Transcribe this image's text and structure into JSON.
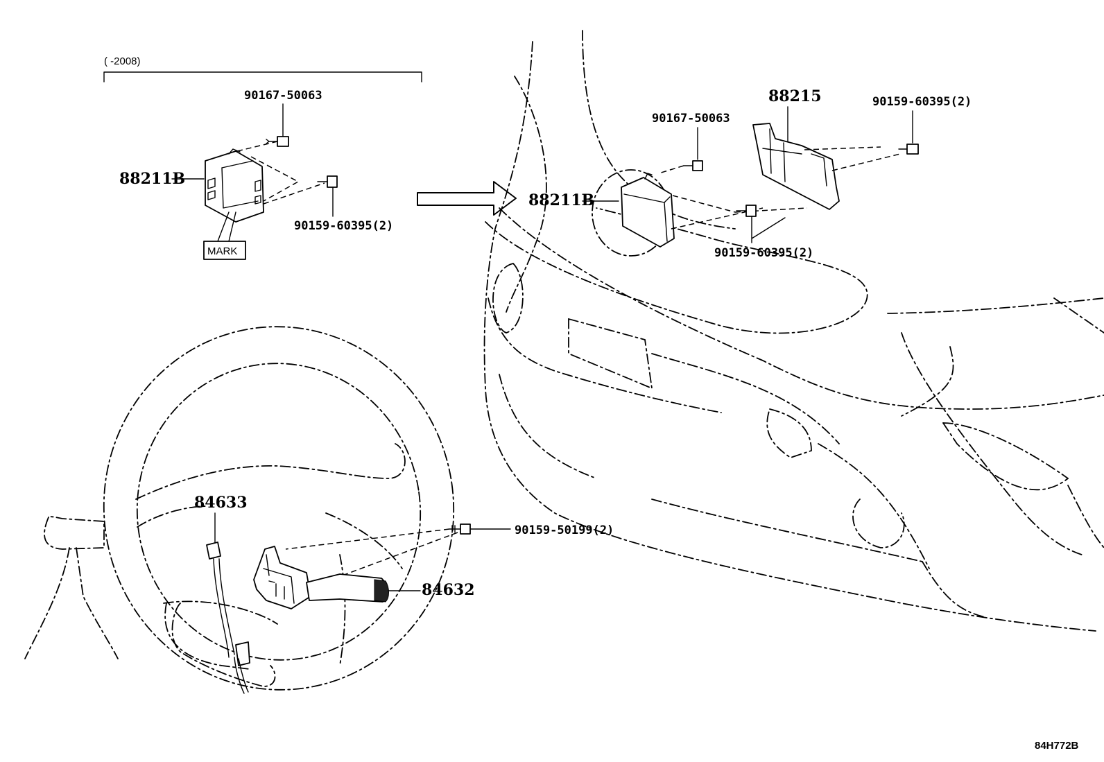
{
  "date_range": "(      -2008)",
  "labels": {
    "top_left_bolt": "90167-50063",
    "top_left_module": "88211B",
    "top_left_screw": "90159-60395(2)",
    "mark": "MARK",
    "right_bolt": "90167-50063",
    "bracket": "88215",
    "bracket_screw": "90159-60395(2)",
    "right_module": "88211B",
    "right_screw": "90159-60395(2)",
    "wheel_screw": "90159-50199(2)",
    "sensor_left": "84633",
    "switch_right": "84632"
  },
  "diagram_code": "84H772B"
}
